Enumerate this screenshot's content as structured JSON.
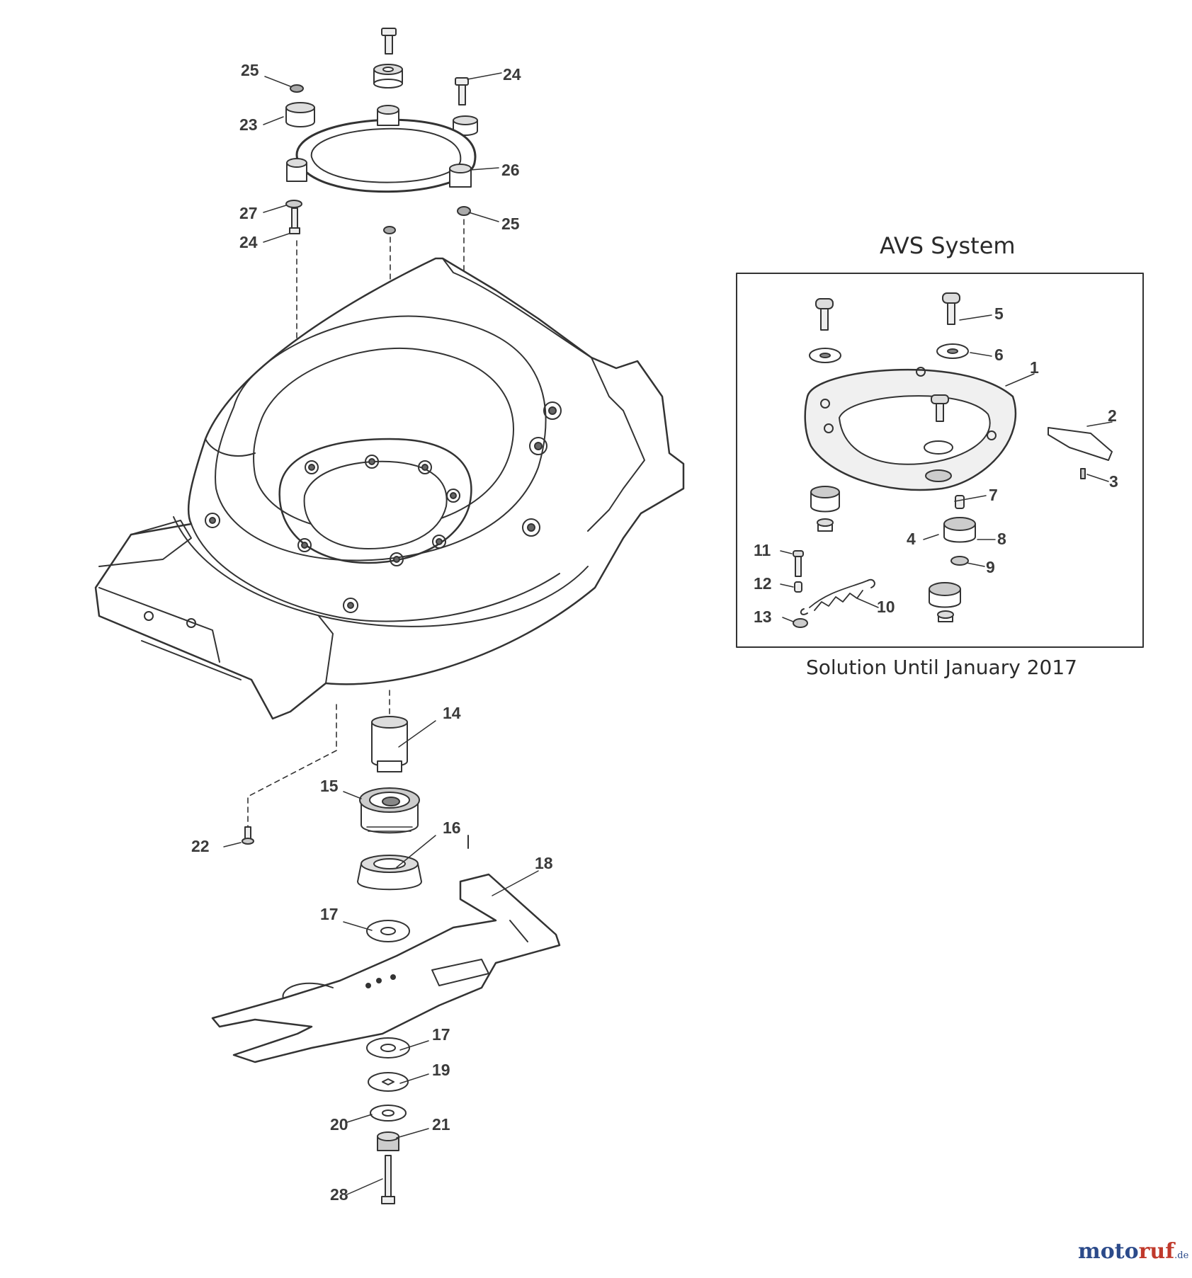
{
  "diagram": {
    "part_labels": [
      {
        "id": "l25a",
        "text": "25"
      },
      {
        "id": "l24a",
        "text": "24"
      },
      {
        "id": "l23",
        "text": "23"
      },
      {
        "id": "l26",
        "text": "26"
      },
      {
        "id": "l27",
        "text": "27"
      },
      {
        "id": "l25b",
        "text": "25"
      },
      {
        "id": "l24b",
        "text": "24"
      },
      {
        "id": "l14",
        "text": "14"
      },
      {
        "id": "l15",
        "text": "15"
      },
      {
        "id": "l16",
        "text": "16"
      },
      {
        "id": "l22",
        "text": "22"
      },
      {
        "id": "l18",
        "text": "18"
      },
      {
        "id": "l17a",
        "text": "17"
      },
      {
        "id": "l17b",
        "text": "17"
      },
      {
        "id": "l19",
        "text": "19"
      },
      {
        "id": "l20",
        "text": "20"
      },
      {
        "id": "l21",
        "text": "21"
      },
      {
        "id": "l28",
        "text": "28"
      }
    ],
    "avs_inset": {
      "title": "AVS System",
      "caption": "Solution Until January 2017",
      "part_labels": [
        {
          "id": "a5",
          "text": "5"
        },
        {
          "id": "a6",
          "text": "6"
        },
        {
          "id": "a1",
          "text": "1"
        },
        {
          "id": "a2",
          "text": "2"
        },
        {
          "id": "a3",
          "text": "3"
        },
        {
          "id": "a7",
          "text": "7"
        },
        {
          "id": "a4",
          "text": "4"
        },
        {
          "id": "a8",
          "text": "8"
        },
        {
          "id": "a9",
          "text": "9"
        },
        {
          "id": "a11",
          "text": "11"
        },
        {
          "id": "a12",
          "text": "12"
        },
        {
          "id": "a10",
          "text": "10"
        },
        {
          "id": "a13",
          "text": "13"
        }
      ]
    }
  },
  "watermark": {
    "part1": "moto",
    "part2": "ruf",
    "suffix": ".de"
  },
  "colors": {
    "line": "#333333",
    "text": "#3a3a3a",
    "watermark_blue": "#2b4a8a",
    "watermark_red": "#c0392b"
  }
}
